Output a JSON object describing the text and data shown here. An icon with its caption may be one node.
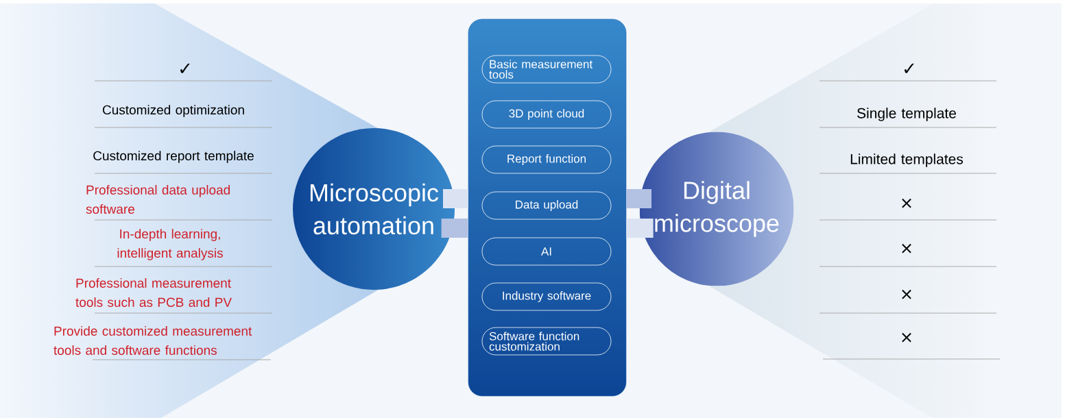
{
  "diagram": {
    "nodes": [
      {
        "text": [
          "Microscopic automation"
        ]
      },
      {
        "text": [],
        "shape": "box"
      },
      {
        "text": [
          "Basic measurement tools"
        ],
        "in": 1
      },
      {
        "text": [
          "3D point cloud"
        ],
        "in": 1
      },
      {
        "text": [
          "Report function"
        ],
        "in": 1
      },
      {
        "text": [
          "Data upload"
        ],
        "in": 1
      },
      {
        "text": [
          "AI"
        ],
        "in": 1
      },
      {
        "text": [
          "Industry software"
        ],
        "in": 1
      },
      {
        "text": [
          "Software function customization"
        ],
        "in": 1
      },
      {
        "text": [
          "Digital microscope"
        ]
      }
    ],
    "edges": [
      {
        "from": 0,
        "to": 1,
        "arrow": "none",
        "color": "#dbe3f3"
      },
      {
        "from": 0,
        "to": 1,
        "arrow": "none",
        "color": "#b3c1e3"
      },
      {
        "from": 9,
        "to": 1,
        "arrow": "none",
        "color": "#b3c1e3"
      },
      {
        "from": 9,
        "to": 1,
        "arrow": "none",
        "color": "#dbe3f3"
      }
    ],
    "labels": [
      "✓",
      "Customized optimization",
      "Customized report template",
      "Professional data upload software",
      "In-depth learning, intelligent analysis",
      "Professional measurement tools such as PCB and PV",
      "Provide customized measurement tools and software functions",
      "✓",
      "Single template",
      "Limited templates",
      "×",
      "×",
      "×",
      "×"
    ]
  }
}
